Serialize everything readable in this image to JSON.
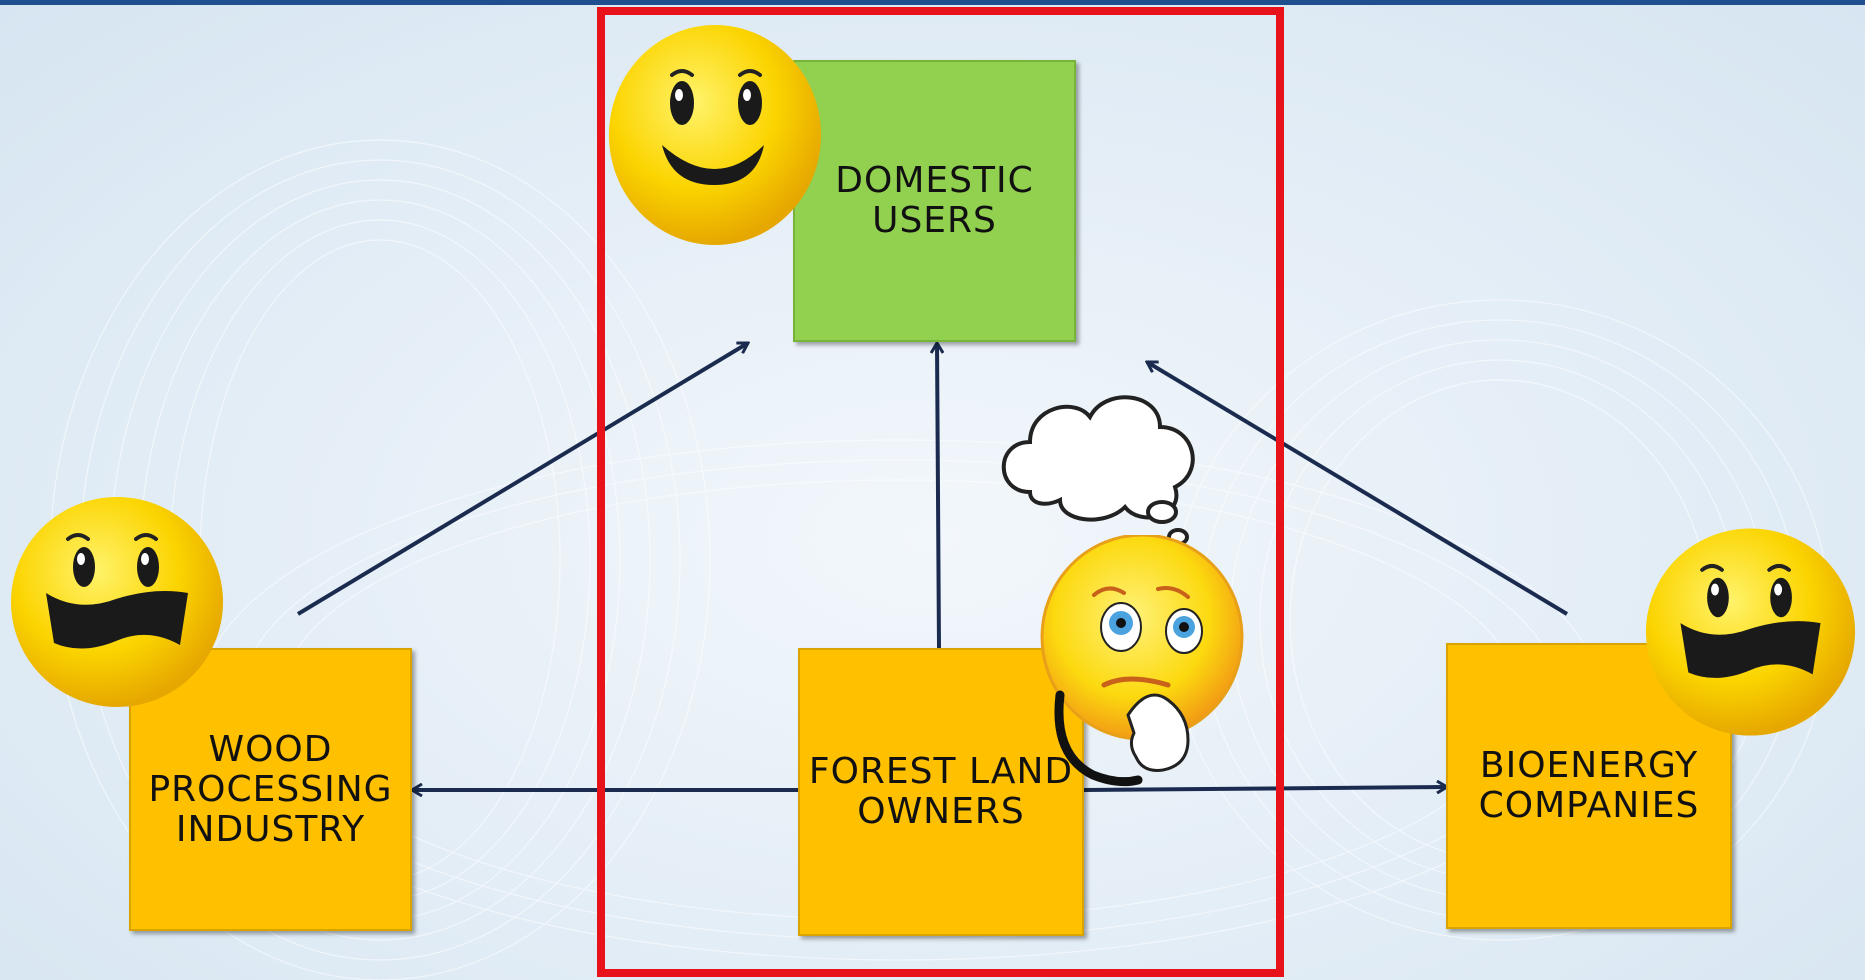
{
  "nodes": {
    "domestic": [
      "DOMESTIC",
      "USERS"
    ],
    "forest": [
      "FOREST LAND",
      "OWNERS"
    ],
    "wood": [
      "WOOD",
      "PROCESSING",
      "INDUSTRY"
    ],
    "bioenergy": [
      "BIOENERGY",
      "COMPANIES"
    ]
  },
  "colors": {
    "producer_box": "#ffc000",
    "user_box": "#92d050",
    "arrow": "#1a2b4f",
    "highlight_frame": "#e8131a"
  },
  "icons": [
    "happy-smiley-icon",
    "worried-smiley-icon",
    "thinking-smiley-icon",
    "thought-bubble-icon"
  ]
}
